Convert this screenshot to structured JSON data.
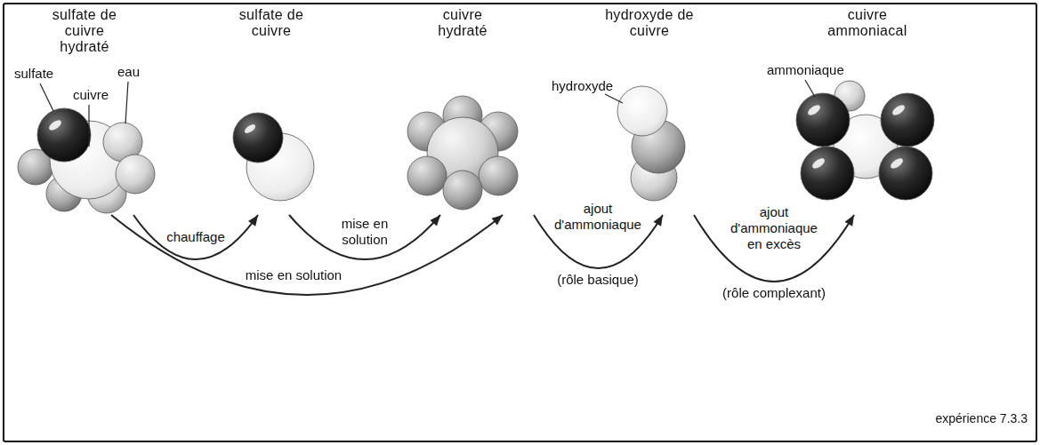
{
  "diagram": {
    "nodes": [
      {
        "text": [
          "sulfate de cuivre hydraté"
        ]
      },
      {
        "text": [
          "sulfate de cuivre"
        ]
      },
      {
        "text": [
          "cuivre hydraté"
        ]
      },
      {
        "text": [
          "hydroxyde de cuivre"
        ]
      },
      {
        "text": [
          "cuivre ammoniacal"
        ]
      }
    ],
    "edges": [
      {
        "from": 0,
        "to": 1,
        "label": "chauffage",
        "arrow": "to"
      },
      {
        "from": 1,
        "to": 2,
        "label": "mise en solution",
        "arrow": "to"
      },
      {
        "from": 0,
        "to": 2,
        "label": "mise en solution",
        "arrow": "to"
      },
      {
        "from": 2,
        "to": 3,
        "label": "ajout d'ammoniaque",
        "arrow": "to"
      },
      {
        "from": 3,
        "to": 4,
        "label": "ajout d'ammoniaque en excès",
        "arrow": "to"
      }
    ],
    "labels": [
      "sulfate",
      "eau",
      "cuivre",
      "hydroxyde",
      "ammoniaque",
      "(rôle basique)",
      "(rôle complexant)",
      "expérience 7.3.3"
    ]
  }
}
